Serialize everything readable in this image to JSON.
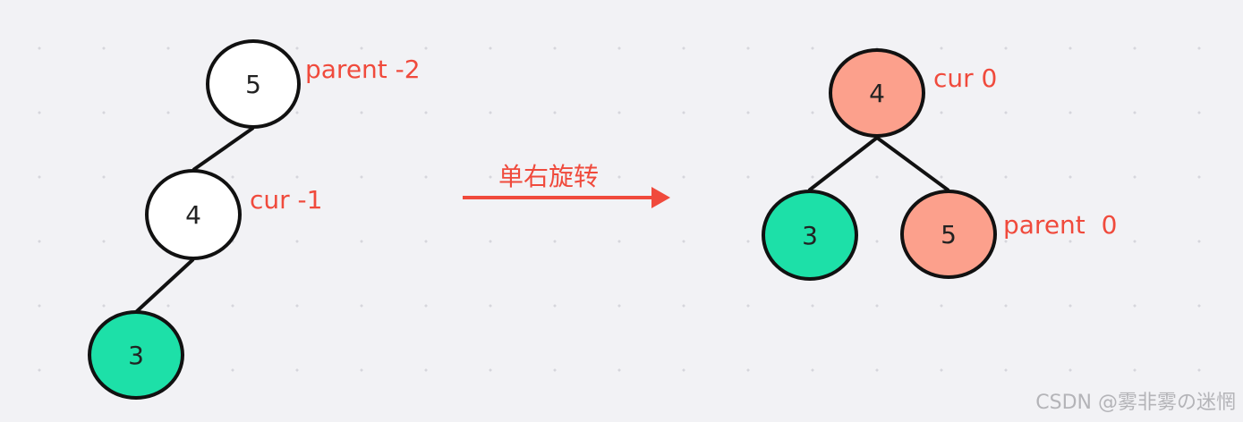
{
  "before_tree": {
    "root": {
      "value": "5",
      "annotation": "parent -2"
    },
    "middle": {
      "value": "4",
      "annotation": "cur -1"
    },
    "leaf": {
      "value": "3"
    }
  },
  "transition": {
    "label": "单右旋转"
  },
  "after_tree": {
    "root": {
      "value": "4",
      "annotation": "cur 0"
    },
    "left": {
      "value": "3"
    },
    "right": {
      "value": "5",
      "annotation": "parent  0"
    }
  },
  "watermark": "CSDN @雾非雾の迷惘",
  "colors": {
    "annotation_red": "#f04a3c",
    "node_white": "#ffffff",
    "node_green": "#1de0a8",
    "node_salmon": "#fca08c",
    "outline": "#111111",
    "background": "#f2f2f5"
  }
}
